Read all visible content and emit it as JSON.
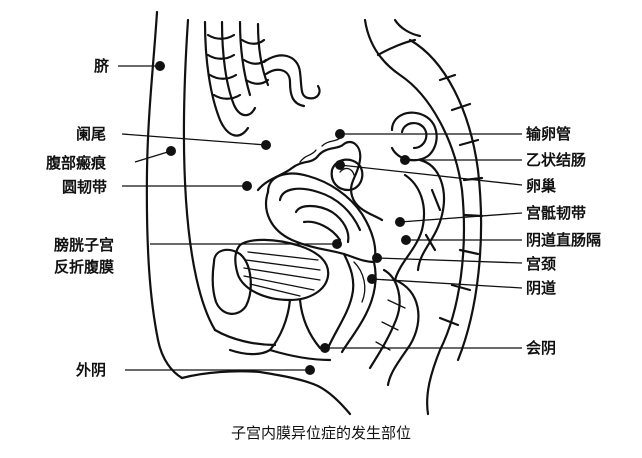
{
  "caption": "子宫内膜异位症的发生部位",
  "labels_left": {
    "navel": "脐",
    "appendix": "阑尾",
    "abdominal_scar": "腹部瘢痕",
    "round_ligament": "圆韧带",
    "bladder_uterine_line1": "膀胱子宫",
    "bladder_uterine_line2": "反折腹膜",
    "vulva": "外阴"
  },
  "labels_right": {
    "fallopian_tube": "输卵管",
    "sigmoid_colon": "乙状结肠",
    "ovary": "卵巢",
    "uterosacral_ligament": "宫骶韧带",
    "rectovaginal_septum": "阴道直肠隔",
    "cervix": "宫颈",
    "vagina": "阴道",
    "perineum": "会阴"
  }
}
